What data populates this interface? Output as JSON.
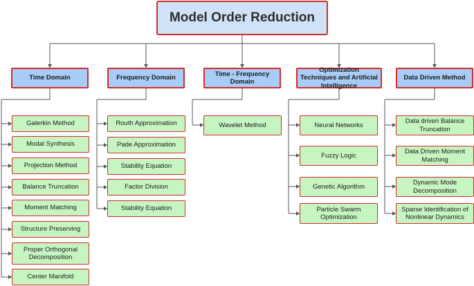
{
  "root": {
    "title": "Model Order Reduction"
  },
  "categories": [
    {
      "label": "Time Domain",
      "items": [
        "Galerkin Method",
        "Modal Synthesis",
        "Projection Method",
        "Balance Truncation",
        "Moment Matching",
        "Structure Preserving",
        "Proper Orthogonal Decomposition",
        "Center Manifold"
      ]
    },
    {
      "label": "Frequency Domain",
      "items": [
        "Routh Approximation",
        "Pade Approximation",
        "Stability Equation",
        "Factor Division",
        "Stability Equation"
      ]
    },
    {
      "label": "Time - Frequency Domain",
      "items": [
        "Wavelet Method"
      ]
    },
    {
      "label": "Optimization Techniques and Artificial Intelligence",
      "items": [
        "Neural Networks",
        "Fuzzy Logic",
        "Genetic Algorithm",
        "Particle Swarm Optimization"
      ]
    },
    {
      "label": "Data Driven Method",
      "items": [
        "Data driven Balance Truncation",
        "Data Driven Moment Matching",
        "Dynamic Mode Decomposition",
        "Sparse Identification of Nonlinear Dynamics"
      ]
    }
  ],
  "colors": {
    "root_fill": "#cfe2f7",
    "category_fill": "#a8ccf5",
    "leaf_fill": "#c6f5c2",
    "border": "#d42a2a",
    "connector": "#555555"
  }
}
